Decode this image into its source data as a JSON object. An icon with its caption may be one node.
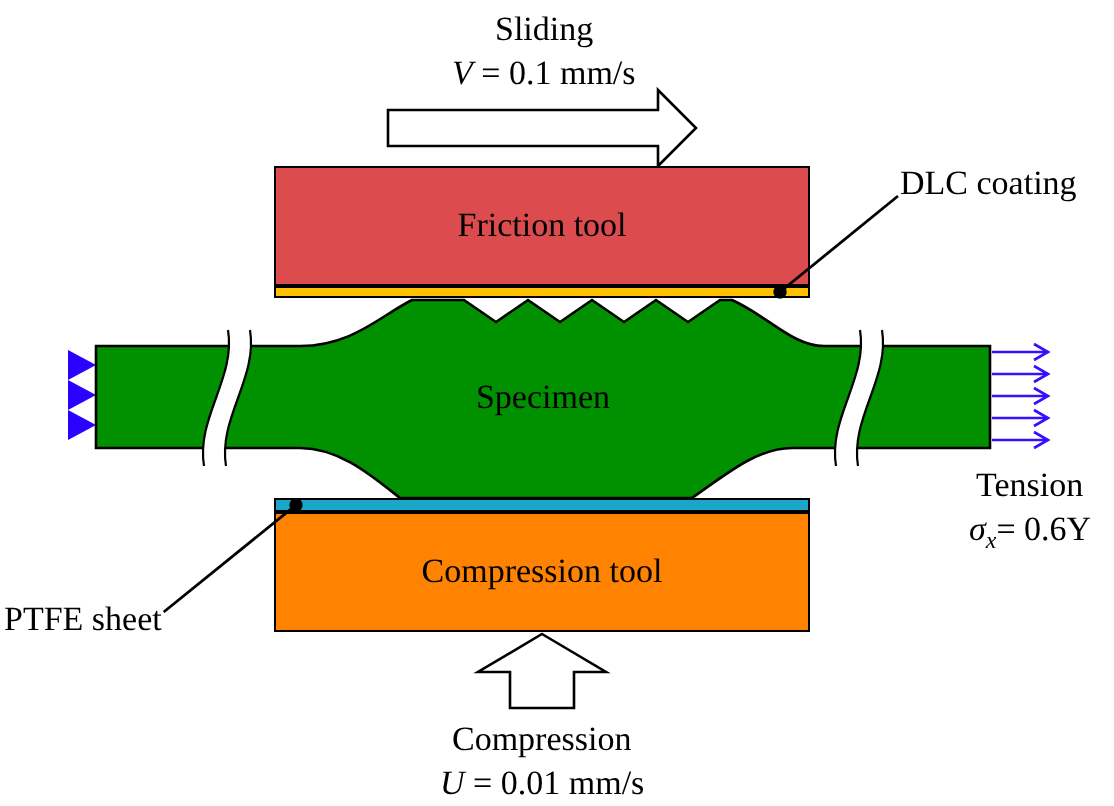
{
  "diagram": {
    "nodes": [
      {
        "text": [
          "Friction tool"
        ]
      },
      {
        "text": [
          "DLC coating"
        ]
      },
      {
        "text": [],
        "shape": "bar"
      },
      {
        "text": [
          "Specimen"
        ]
      },
      {
        "text": [],
        "shape": "bar"
      },
      {
        "text": [
          "PTFE sheet"
        ]
      },
      {
        "text": [
          "Compression tool"
        ]
      }
    ],
    "edges": [
      {
        "from": 1,
        "to": 2,
        "arrow": "other"
      },
      {
        "from": 5,
        "to": 4,
        "arrow": "other"
      }
    ],
    "labels": [
      "Sliding",
      "*V* = 0.1 mm/s",
      "Tension",
      "*σ*$_{x}$= 0.6Y",
      "Compression",
      "*U* = 0.01 mm/s"
    ]
  }
}
